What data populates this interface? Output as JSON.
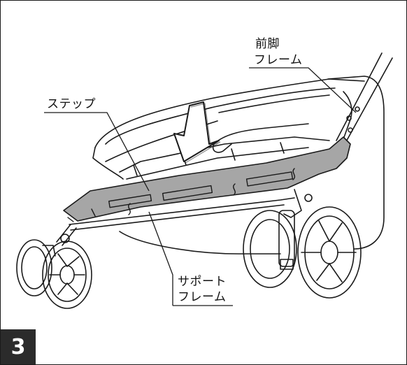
{
  "labels": {
    "front_leg_line1": "前脚",
    "front_leg_line2": "フレーム",
    "step": "ステップ",
    "support_line1": "サポート",
    "support_line2": "フレーム"
  },
  "step_number": "3",
  "colors": {
    "step_fill": "#a6a6a6",
    "line": "#1a1a1a",
    "badge": "#2b2b2b"
  }
}
